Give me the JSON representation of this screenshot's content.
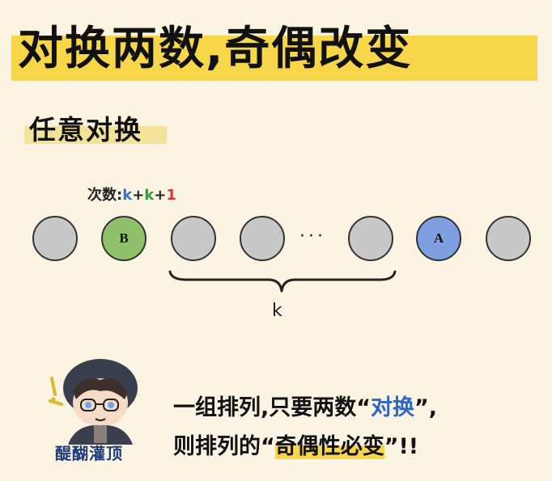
{
  "title": "对换两数,奇偶改变",
  "subtitle": "任意对换",
  "count_label": {
    "prefix": "次数:",
    "k1": "k",
    "plus1": "+",
    "k2": "k",
    "plus2": "+",
    "one": "1"
  },
  "circles": [
    {
      "label": ""
    },
    {
      "label": "B"
    },
    {
      "label": ""
    },
    {
      "label": ""
    },
    {
      "label": ""
    },
    {
      "label": "A"
    },
    {
      "label": ""
    }
  ],
  "ellipsis": "···",
  "brace_label": "k",
  "avatar_name": "醍醐灌顶",
  "statement": {
    "line1_a": "一组排列,只要两数",
    "line1_q1": "“",
    "line1_em": "对换",
    "line1_q2": "”,",
    "line2_a": "则排列的",
    "line2_q1": "“",
    "line2_em": "奇偶性必变",
    "line2_q2": "”!!"
  },
  "colors": {
    "circle_default": "#c8c8c8",
    "circle_b": "#8ec16a",
    "circle_a": "#7f9fe1",
    "highlight": "#f7d64a",
    "background": "#fbf4e3"
  }
}
